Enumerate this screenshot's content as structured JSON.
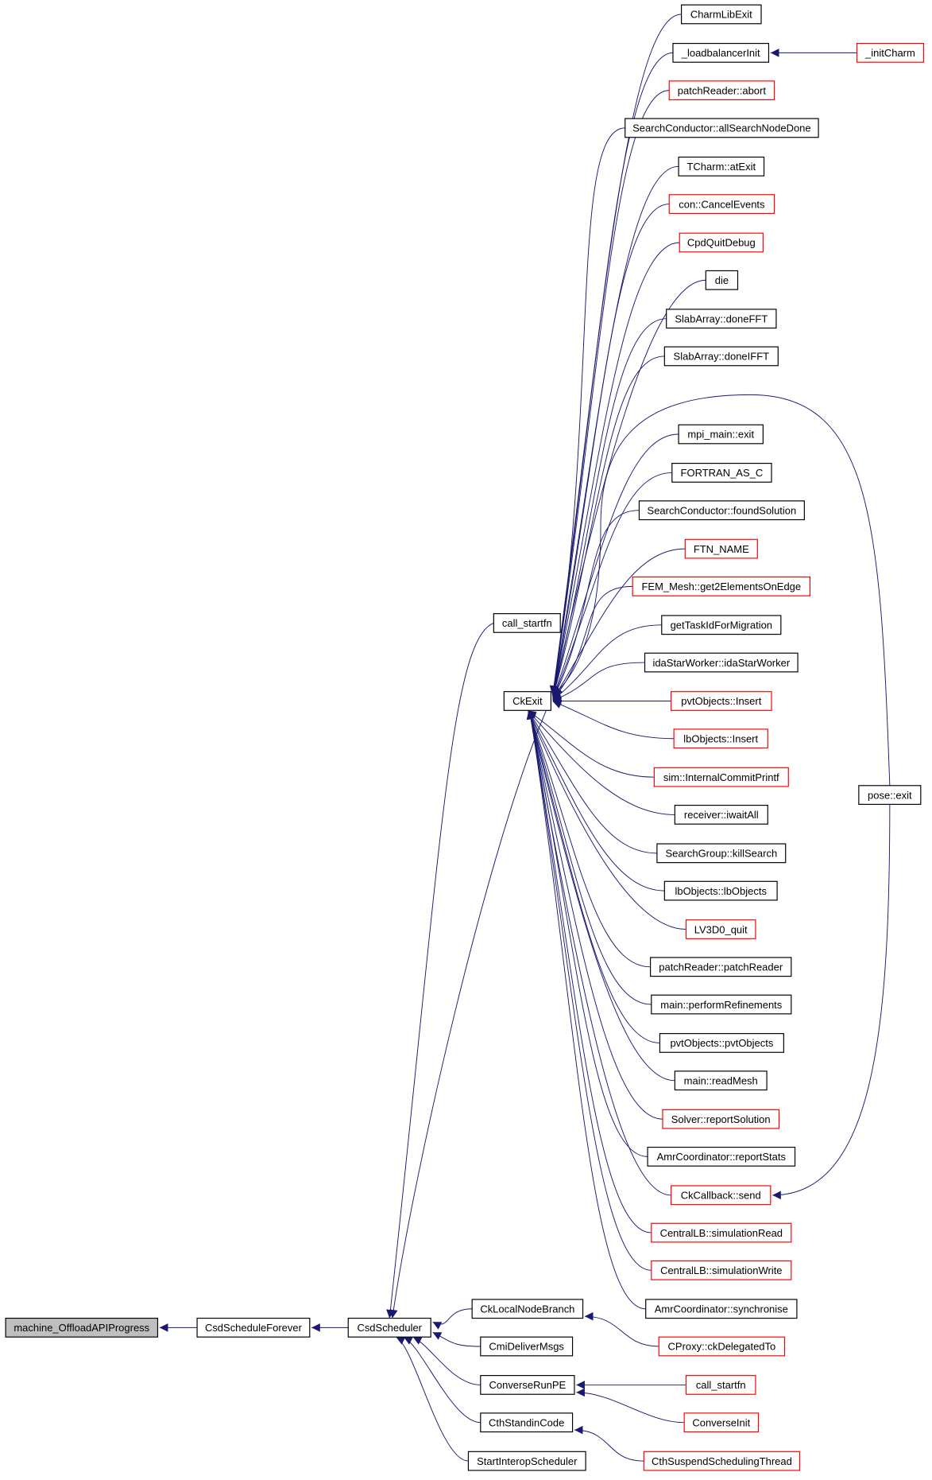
{
  "colors": {
    "edge": "#191970",
    "root_fill": "#bfbfbf",
    "linked_border": "#000000",
    "external_border": "#ff0000"
  },
  "nodes": [
    {
      "id": "root",
      "label": "machine_OffloadAPIProgress",
      "kind": "root"
    },
    {
      "id": "csf",
      "label": "CsdScheduleForever",
      "kind": "black"
    },
    {
      "id": "cs",
      "label": "CsdScheduler",
      "kind": "black"
    },
    {
      "id": "callstart1",
      "label": "call_startfn",
      "kind": "black"
    },
    {
      "id": "ckexit",
      "label": "CkExit",
      "kind": "black"
    },
    {
      "id": "cklnb",
      "label": "CkLocalNodeBranch",
      "kind": "black"
    },
    {
      "id": "cmidm",
      "label": "CmiDeliverMsgs",
      "kind": "black"
    },
    {
      "id": "crpe",
      "label": "ConverseRunPE",
      "kind": "black"
    },
    {
      "id": "cthsc",
      "label": "CthStandinCode",
      "kind": "black"
    },
    {
      "id": "sis",
      "label": "StartInteropScheduler",
      "kind": "black"
    },
    {
      "id": "n0",
      "label": "CharmLibExit",
      "kind": "black"
    },
    {
      "id": "n1",
      "label": "_loadbalancerInit",
      "kind": "black"
    },
    {
      "id": "n2",
      "label": "patchReader::abort",
      "kind": "red"
    },
    {
      "id": "n3",
      "label": "SearchConductor::allSearchNodeDone",
      "kind": "black"
    },
    {
      "id": "n4",
      "label": "TCharm::atExit",
      "kind": "black"
    },
    {
      "id": "n5",
      "label": "con::CancelEvents",
      "kind": "red"
    },
    {
      "id": "n6",
      "label": "CpdQuitDebug",
      "kind": "red"
    },
    {
      "id": "n7",
      "label": "die",
      "kind": "black"
    },
    {
      "id": "n8",
      "label": "SlabArray::doneFFT",
      "kind": "black"
    },
    {
      "id": "n9",
      "label": "SlabArray::doneIFFT",
      "kind": "black"
    },
    {
      "id": "n10",
      "label": "mpi_main::exit",
      "kind": "black"
    },
    {
      "id": "n11",
      "label": "FORTRAN_AS_C",
      "kind": "black"
    },
    {
      "id": "n12",
      "label": "SearchConductor::foundSolution",
      "kind": "black"
    },
    {
      "id": "n13",
      "label": "FTN_NAME",
      "kind": "red"
    },
    {
      "id": "n14",
      "label": "FEM_Mesh::get2ElementsOnEdge",
      "kind": "red"
    },
    {
      "id": "n15",
      "label": "getTaskIdForMigration",
      "kind": "black"
    },
    {
      "id": "n16",
      "label": "idaStarWorker::idaStarWorker",
      "kind": "black"
    },
    {
      "id": "n17",
      "label": "pvtObjects::Insert",
      "kind": "red"
    },
    {
      "id": "n18",
      "label": "lbObjects::Insert",
      "kind": "red"
    },
    {
      "id": "n19",
      "label": "sim::InternalCommitPrintf",
      "kind": "red"
    },
    {
      "id": "n20",
      "label": "receiver::iwaitAll",
      "kind": "black"
    },
    {
      "id": "n21",
      "label": "SearchGroup::killSearch",
      "kind": "black"
    },
    {
      "id": "n22",
      "label": "lbObjects::lbObjects",
      "kind": "black"
    },
    {
      "id": "n23",
      "label": "LV3D0_quit",
      "kind": "red"
    },
    {
      "id": "n24",
      "label": "patchReader::patchReader",
      "kind": "black"
    },
    {
      "id": "n25",
      "label": "main::performRefinements",
      "kind": "black"
    },
    {
      "id": "n26",
      "label": "pvtObjects::pvtObjects",
      "kind": "black"
    },
    {
      "id": "n27",
      "label": "main::readMesh",
      "kind": "black"
    },
    {
      "id": "n28",
      "label": "Solver::reportSolution",
      "kind": "red"
    },
    {
      "id": "n29",
      "label": "AmrCoordinator::reportStats",
      "kind": "black"
    },
    {
      "id": "n30",
      "label": "CkCallback::send",
      "kind": "red"
    },
    {
      "id": "n31",
      "label": "CentralLB::simulationRead",
      "kind": "red"
    },
    {
      "id": "n32",
      "label": "CentralLB::simulationWrite",
      "kind": "red"
    },
    {
      "id": "n33",
      "label": "AmrCoordinator::synchronise",
      "kind": "black"
    },
    {
      "id": "cproxy",
      "label": "CProxy::ckDelegatedTo",
      "kind": "red"
    },
    {
      "id": "callstart2",
      "label": "call_startfn",
      "kind": "red"
    },
    {
      "id": "convinit",
      "label": "ConverseInit",
      "kind": "red"
    },
    {
      "id": "cthsst",
      "label": "CthSuspendSchedulingThread",
      "kind": "red"
    },
    {
      "id": "initcharm",
      "label": "_initCharm",
      "kind": "red"
    },
    {
      "id": "poseexit",
      "label": "pose::exit",
      "kind": "black"
    }
  ],
  "edges": [
    [
      "csf",
      "root"
    ],
    [
      "cs",
      "csf"
    ],
    [
      "callstart1",
      "cs"
    ],
    [
      "ckexit",
      "cs"
    ],
    [
      "cklnb",
      "cs"
    ],
    [
      "cmidm",
      "cs"
    ],
    [
      "crpe",
      "cs"
    ],
    [
      "cthsc",
      "cs"
    ],
    [
      "sis",
      "cs"
    ],
    [
      "n0",
      "ckexit"
    ],
    [
      "n1",
      "ckexit"
    ],
    [
      "n2",
      "ckexit"
    ],
    [
      "n3",
      "ckexit"
    ],
    [
      "n4",
      "ckexit"
    ],
    [
      "n5",
      "ckexit"
    ],
    [
      "n6",
      "ckexit"
    ],
    [
      "n7",
      "ckexit"
    ],
    [
      "n8",
      "ckexit"
    ],
    [
      "n9",
      "ckexit"
    ],
    [
      "n10",
      "ckexit"
    ],
    [
      "n11",
      "ckexit"
    ],
    [
      "n12",
      "ckexit"
    ],
    [
      "n13",
      "ckexit"
    ],
    [
      "n14",
      "ckexit"
    ],
    [
      "n15",
      "ckexit"
    ],
    [
      "n16",
      "ckexit"
    ],
    [
      "n17",
      "ckexit"
    ],
    [
      "n18",
      "ckexit"
    ],
    [
      "n19",
      "ckexit"
    ],
    [
      "n20",
      "ckexit"
    ],
    [
      "n21",
      "ckexit"
    ],
    [
      "n22",
      "ckexit"
    ],
    [
      "n23",
      "ckexit"
    ],
    [
      "n24",
      "ckexit"
    ],
    [
      "n25",
      "ckexit"
    ],
    [
      "n26",
      "ckexit"
    ],
    [
      "n27",
      "ckexit"
    ],
    [
      "n28",
      "ckexit"
    ],
    [
      "n29",
      "ckexit"
    ],
    [
      "n30",
      "ckexit"
    ],
    [
      "n31",
      "ckexit"
    ],
    [
      "n32",
      "ckexit"
    ],
    [
      "n33",
      "ckexit"
    ],
    [
      "poseexit",
      "ckexit"
    ],
    [
      "poseexit",
      "n30"
    ],
    [
      "initcharm",
      "n1"
    ],
    [
      "cproxy",
      "cklnb"
    ],
    [
      "callstart2",
      "crpe"
    ],
    [
      "convinit",
      "crpe"
    ],
    [
      "cthsst",
      "cthsc"
    ]
  ]
}
